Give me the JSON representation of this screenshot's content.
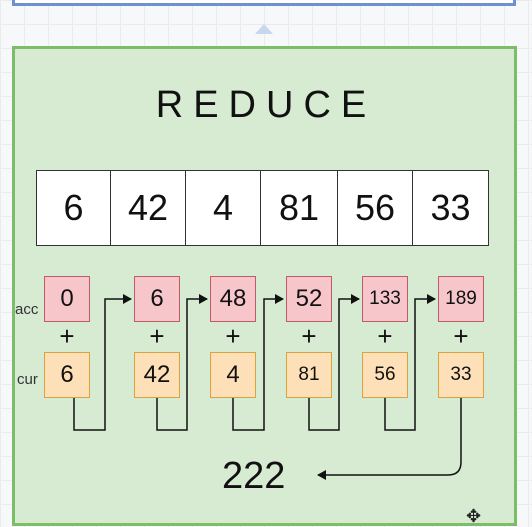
{
  "title": "REDUCE",
  "array": [
    "6",
    "42",
    "4",
    "81",
    "56",
    "33"
  ],
  "labels": {
    "acc": "acc",
    "cur": "cur"
  },
  "accumulators": [
    "0",
    "6",
    "48",
    "52",
    "133",
    "189"
  ],
  "current": [
    "6",
    "42",
    "4",
    "81",
    "56",
    "33"
  ],
  "operator": "+",
  "result": "222",
  "icons": {
    "move": "move-icon",
    "resize": "resize-handle-icon"
  },
  "colors": {
    "panel": "#d6ebd2",
    "panel_border": "#7cbd6a",
    "acc_fill": "#f7c6cb",
    "cur_fill": "#fde0b7",
    "top_frame": "#6e8fd1"
  }
}
